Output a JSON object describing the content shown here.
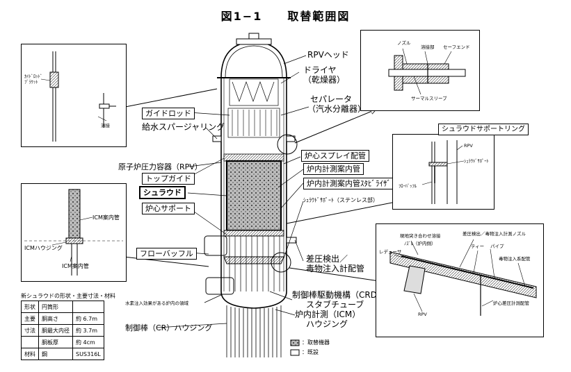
{
  "title": "図1−1　　取替範囲図",
  "labels": {
    "rpv_head": "RPVヘッド",
    "dryer": "ドライヤ",
    "dryer_sub": "（乾燥器）",
    "separator": "セパレータ",
    "separator_sub": "（汽水分離器）",
    "guide_rod": "ガイドロッド",
    "feedwater_sparger": "給水スパージャリング",
    "core_spray_piping": "炉心スプレイ配管",
    "rpv": "原子炉圧力容器（RPV）",
    "top_guide": "トップガイド",
    "shroud": "シュラウド",
    "core_support": "炉心サポート",
    "incore_guide_tube": "炉内計測案内管",
    "incore_stabilizer": "炉内計測案内管ｽﾀﾋﾞﾗｲｻﾞ",
    "shroud_support_ss": "ｼｭﾗｳﾄﾞｻﾎﾟｰﾄ（ステンレス部）",
    "flow_baffle": "フローバッフル",
    "dp_detect_1": "差圧検出／",
    "dp_detect_2": "毒物注入計配管",
    "crd_stub_1": "制御棒駆動機構（CRD）",
    "crd_stub_2": "スタブチューブ",
    "icm_housing_1": "炉内計測（ICM）",
    "icm_housing_2": "ハウジング",
    "cr_housing": "制御棒（CR）ハウジング",
    "water_injection_zone": "水素注入効果がある炉内の領域"
  },
  "inset_guide_rod": {
    "bracket": "ｶｲﾄﾞﾛｯﾄﾞ\nﾌﾞﾗｹｯﾄ",
    "weld": "溶接"
  },
  "inset_nozzle": {
    "nozzle": "ノズル",
    "weld": "溶接部",
    "safe_end": "セーフエンド",
    "thermal_sleeve": "サーマルスリーブ"
  },
  "inset_shroud_support": {
    "heading": "シュラウドサポートリング",
    "rpv": "RPV",
    "shroud_support": "ｼｭﾗｳﾄﾞｻﾎﾟｰﾄ",
    "flow_baffle": "ﾌﾛｰﾊﾞｯﾌﾙ"
  },
  "inset_icm": {
    "icm_guide_tube_top": "ICM案内管",
    "icm_housing": "ICMハウジング",
    "icm_guide_tube_bottom": "ICM案内管"
  },
  "inset_dp": {
    "site_weld": "現地突き合わせ溶接",
    "nozzle_inner": "ﾉｽﾞﾙ（炉内側）",
    "reducer": "レデューサ",
    "dp_nozzle": "差圧検出／毒物注入計測ノズル",
    "tee": "ティー",
    "pipe": "パイプ",
    "poison_line": "毒物注入系配管",
    "rpv": "RPV",
    "core_dp_piping": "炉心差圧計測配管"
  },
  "spec": {
    "caption": "新シュラウドの形状・主要寸法・材料",
    "rows": [
      {
        "k1": "形状",
        "k2": "円筒形",
        "v": ""
      },
      {
        "k1": "主要",
        "k2": "胴高さ",
        "v": "約 6.7m"
      },
      {
        "k1": "寸法",
        "k2": "胴最大内径",
        "v": "約 3.7m"
      },
      {
        "k1": "",
        "k2": "胴板厚",
        "v": "約 4cm"
      },
      {
        "k1": "材料",
        "k2": "鋼",
        "v": "SUS316L"
      }
    ]
  },
  "legend": {
    "replaced": "：取替機器",
    "existing": "：既設"
  }
}
